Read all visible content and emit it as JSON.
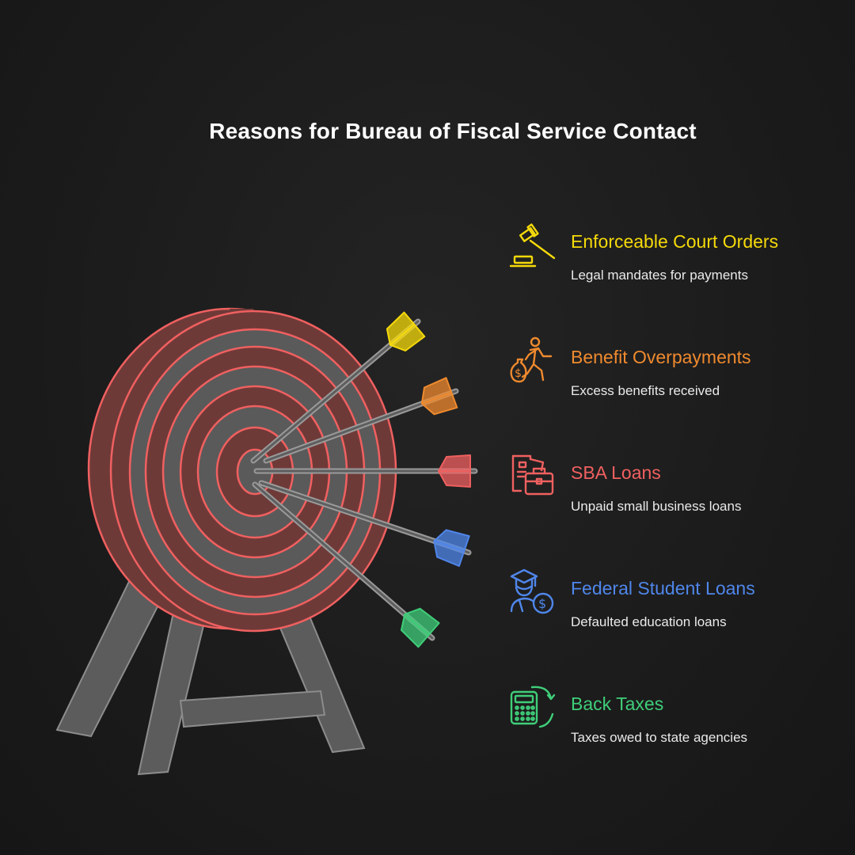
{
  "title": "Reasons for Bureau of Fiscal Service Contact",
  "colors": {
    "background": "#1c1c1c",
    "target_ring_red": "#f06060",
    "target_fill_red": "#6e3a38",
    "target_fill_gray": "#5a5a5a",
    "stand": "#5c5c5c"
  },
  "items": [
    {
      "title": "Enforceable Court Orders",
      "description": "Legal mandates for payments",
      "color": "#f5d90a",
      "icon": "gavel-icon"
    },
    {
      "title": "Benefit Overpayments",
      "description": "Excess benefits received",
      "color": "#ef8a2e",
      "icon": "running-with-money-bag-icon"
    },
    {
      "title": "SBA Loans",
      "description": "Unpaid small business loans",
      "color": "#f06060",
      "icon": "briefcase-documents-icon"
    },
    {
      "title": "Federal Student Loans",
      "description": "Defaulted education loans",
      "color": "#4f86ea",
      "icon": "graduate-dollar-icon"
    },
    {
      "title": "Back Taxes",
      "description": "Taxes owed to state agencies",
      "color": "#3fce79",
      "icon": "calculator-cycle-icon"
    }
  ]
}
